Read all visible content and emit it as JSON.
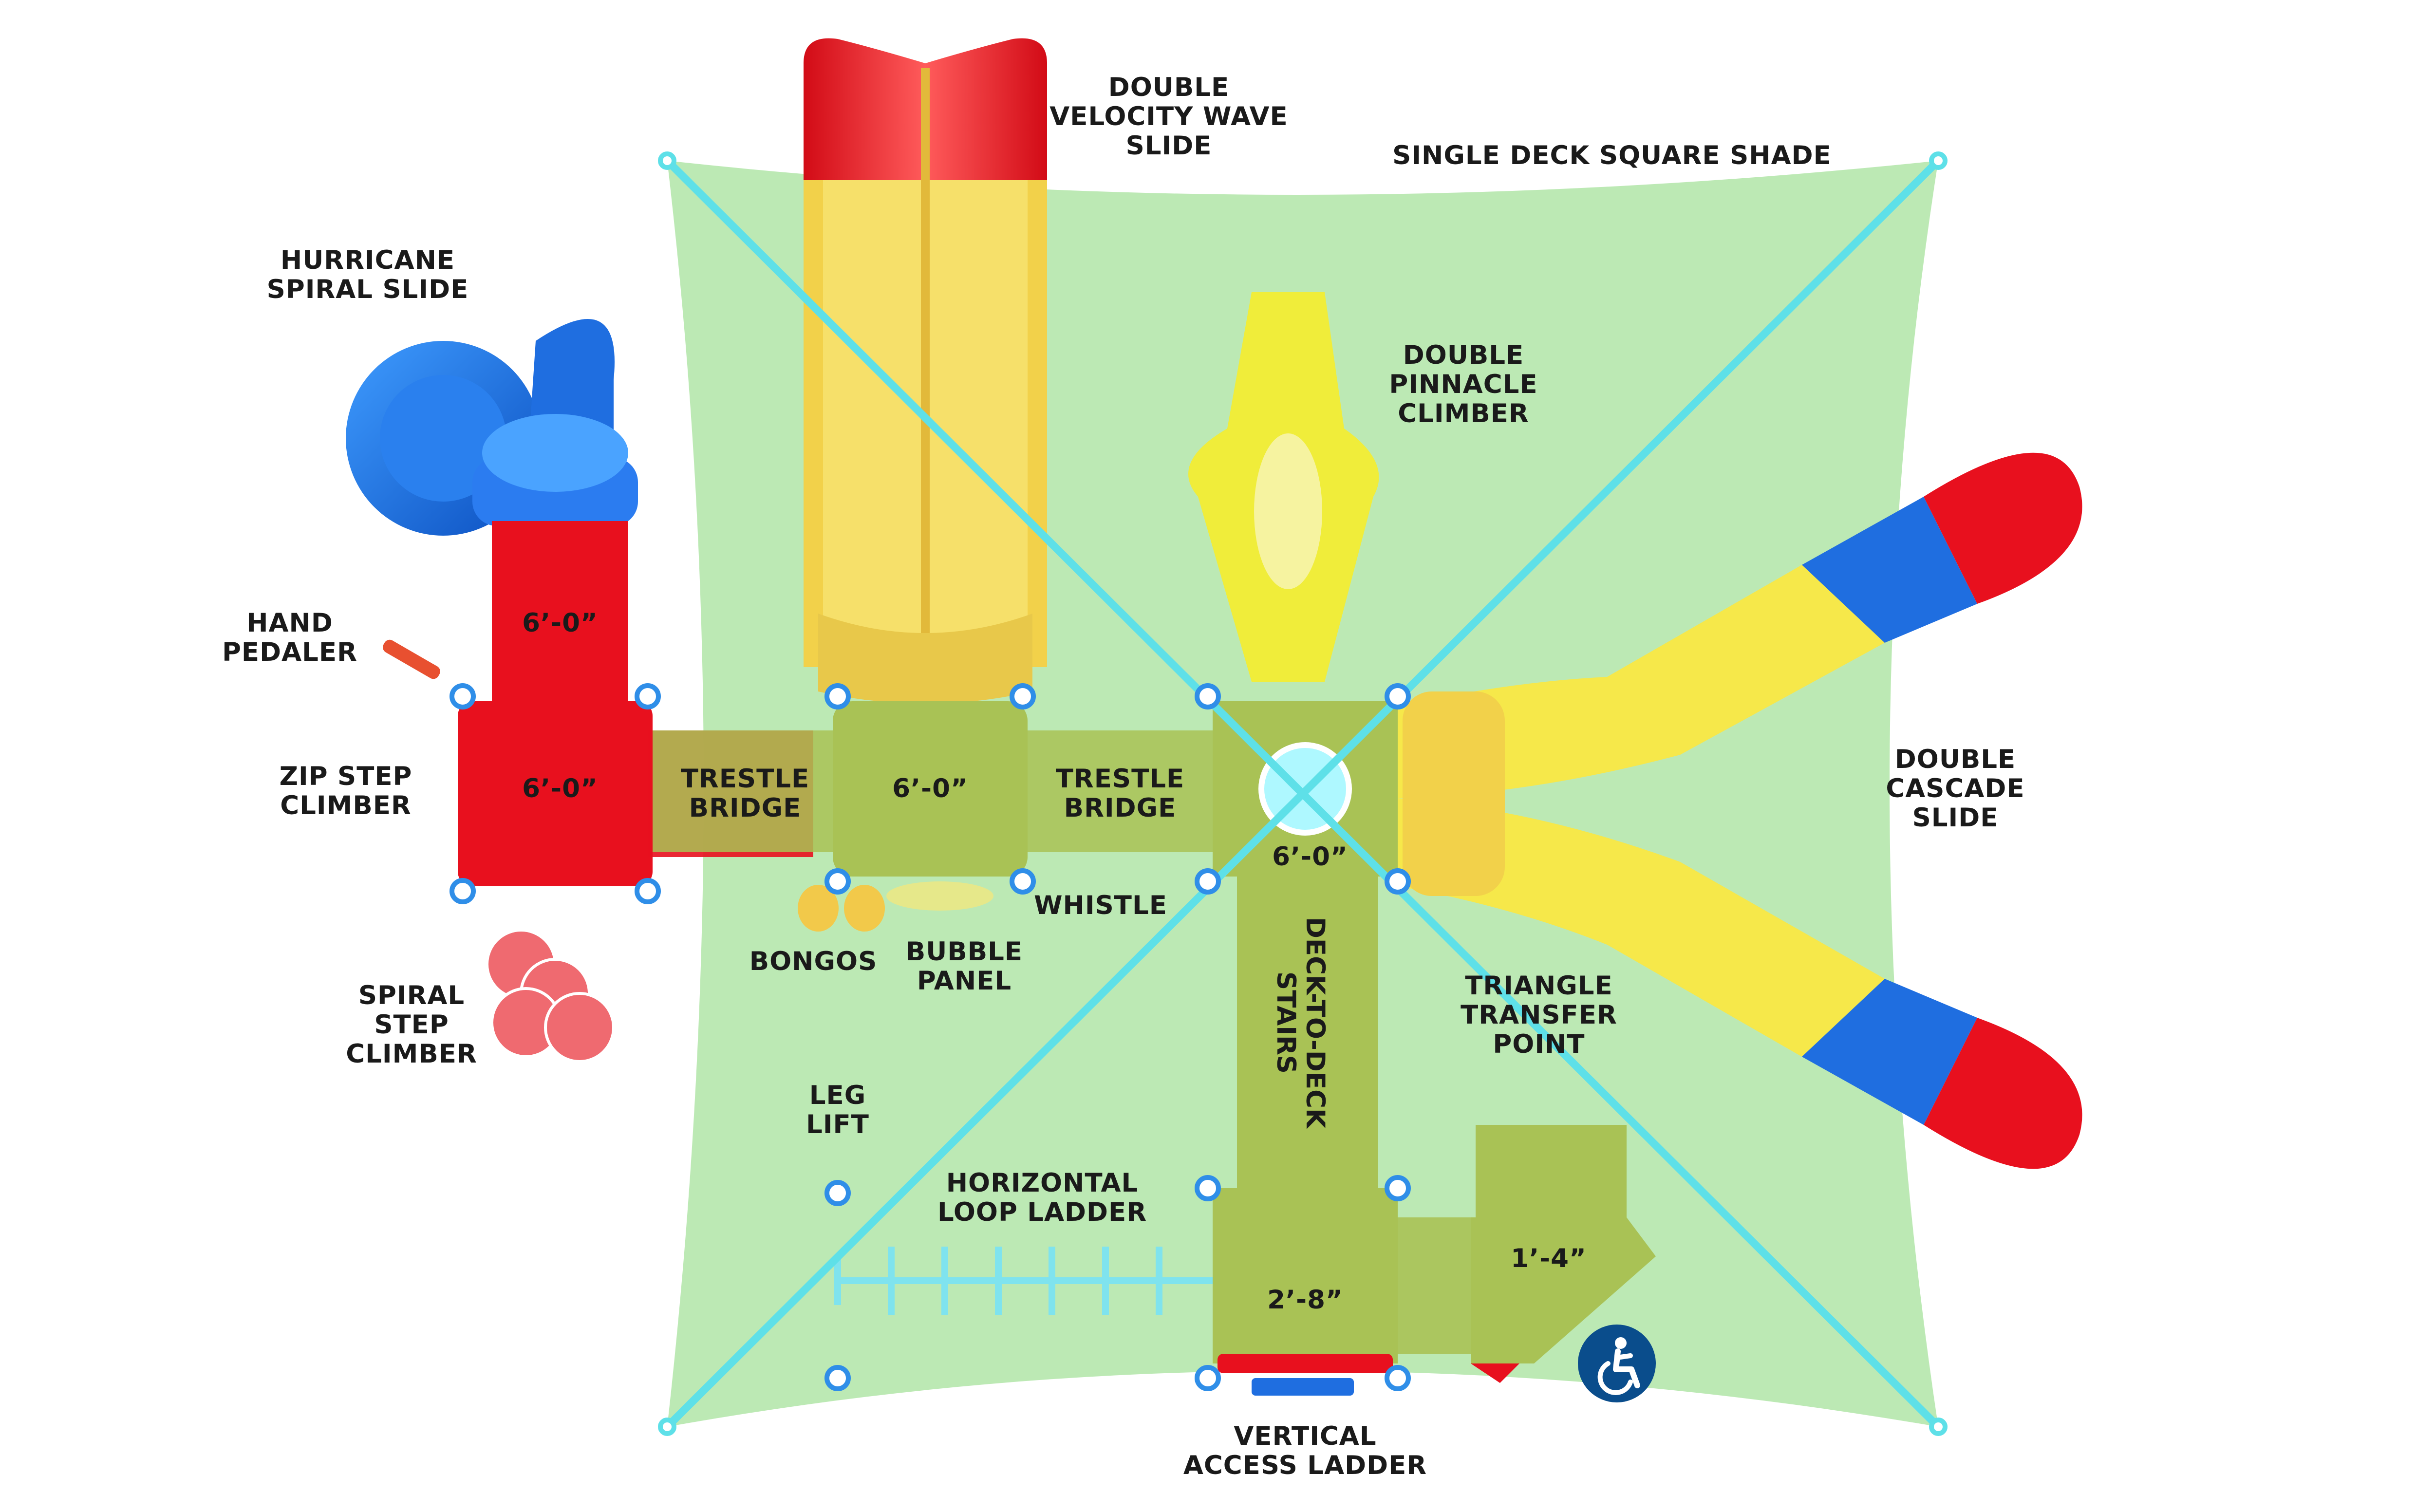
{
  "labels": {
    "wave_slide": [
      "DOUBLE",
      "VELOCITY WAVE",
      "SLIDE"
    ],
    "shade": "SINGLE DECK SQUARE SHADE",
    "spiral_slide": [
      "HURRICANE",
      "SPIRAL SLIDE"
    ],
    "pinnacle": [
      "DOUBLE",
      "PINNACLE",
      "CLIMBER"
    ],
    "hand_pedaler": [
      "HAND",
      "PEDALER"
    ],
    "zip_step": [
      "ZIP STEP",
      "CLIMBER"
    ],
    "trestle_left": [
      "TRESTLE",
      "BRIDGE"
    ],
    "trestle_right": [
      "TRESTLE",
      "BRIDGE"
    ],
    "cascade": [
      "DOUBLE",
      "CASCADE",
      "SLIDE"
    ],
    "whistle": "WHISTLE",
    "bongos": "BONGOS",
    "bubble_panel": [
      "BUBBLE",
      "PANEL"
    ],
    "spiral_step": [
      "SPIRAL",
      "STEP",
      "CLIMBER"
    ],
    "deck_stairs": [
      "DECK-TO-DECK",
      "STAIRS"
    ],
    "triangle": [
      "TRIANGLE",
      "TRANSFER",
      "POINT"
    ],
    "leg_lift": [
      "LEG",
      "LIFT"
    ],
    "loop_ladder": [
      "HORIZONTAL",
      "LOOP LADDER"
    ],
    "vertical_ladder": [
      "VERTICAL",
      "ACCESS LADDER"
    ]
  },
  "dimensions": {
    "tower_upper": "6’-0”",
    "tower_lower": "6’-0”",
    "center_left": "6’-0”",
    "center_hub": "6’-0”",
    "low_deck": "2’-8”",
    "ramp_deck": "1’-4”"
  },
  "icons": {
    "accessibility": "wheelchair-accessibility-icon"
  },
  "colors": {
    "shade": "#b8e8b0",
    "frame": "#5ee0e8",
    "red": "#e8101e",
    "blue": "#1a6fe0",
    "yellow": "#f5e94a",
    "olive": "#a9c255",
    "access": "#0a4d8c"
  }
}
